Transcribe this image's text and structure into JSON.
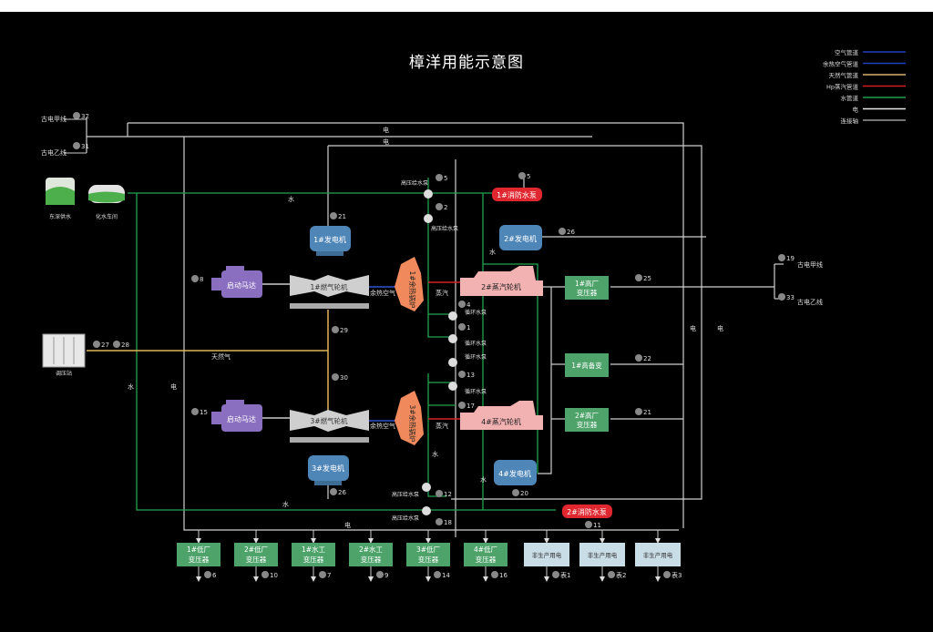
{
  "title": "樟洋用能示意图",
  "legend": [
    {
      "label": "空气管道",
      "color": "#1f3fbf"
    },
    {
      "label": "余热空气管道",
      "color": "#2040c0"
    },
    {
      "label": "天然气管道",
      "color": "#d9b070"
    },
    {
      "label": "Hp蒸汽管道",
      "color": "#d02020"
    },
    {
      "label": "水管道",
      "color": "#20a050"
    },
    {
      "label": "电",
      "color": "#e6e6e6"
    },
    {
      "label": "连接轴",
      "color": "#9a9a9a"
    }
  ],
  "sources": {
    "line_a": "古电甲线",
    "line_a_no": "32",
    "line_b": "古电乙线",
    "line_b_no": "31",
    "water_supply": "东深供水",
    "water_plant": "化水车间",
    "regulator": "调压站",
    "reg_no1": "27",
    "reg_no2": "28"
  },
  "units": {
    "starter1": "启动马达",
    "starter1_no": "8",
    "starter2": "启动马达",
    "starter2_no": "15",
    "gas_turbine1": "1#燃气轮机",
    "gas_turbine3": "3#燃气轮机",
    "gen1": "1#发电机",
    "gen1_no": "21",
    "gen3": "3#发电机",
    "gen3_no": "26",
    "gen2": "2#发电机",
    "gen2_no": "26",
    "gen4": "4#发电机",
    "gen4_no": "20",
    "boiler1": "1#余热锅炉",
    "boiler3": "3#余热锅炉",
    "steam_turbine2": "2#蒸汽轮机",
    "steam_turbine4": "4#蒸汽轮机",
    "gas_no29": "29",
    "gas_no30": "30"
  },
  "pumps": {
    "hp_feed1": "高压给水泵",
    "hp_feed1_no": "5",
    "hp_feed1b": "高压给水泵",
    "hp_feed1b_no": "2",
    "fire1": "1#消防水泵",
    "fire1_no": "5",
    "fire2": "2#消防水泵",
    "fire2_no": "11",
    "circ1": "循环水泵",
    "circ1_no": "4",
    "circ2": "循环水泵",
    "circ2_no": "1",
    "circ3": "循环水泵",
    "circ3_no": "13",
    "circ4": "循环水泵",
    "circ4_no": "17",
    "hp_feed3": "高压给水泵",
    "hp_feed3_no": "12",
    "hp_feed4": "高压给水泵",
    "hp_feed4_no": "18"
  },
  "transformers": {
    "t1": "1#高厂\n变压器",
    "t1_no": "25",
    "spare": "1#高备变",
    "spare_no": "22",
    "t2": "2#高厂\n变压器",
    "t2_no": "21",
    "out_a": "古电甲线",
    "out_a_no": "19",
    "out_b": "古电乙线",
    "out_b_no": "33"
  },
  "low": [
    {
      "l1": "1#低厂",
      "l2": "变压器",
      "no": "6"
    },
    {
      "l1": "2#低厂",
      "l2": "变压器",
      "no": "10"
    },
    {
      "l1": "1#水工",
      "l2": "变压器",
      "no": "7"
    },
    {
      "l1": "2#水工",
      "l2": "变压器",
      "no": "9"
    },
    {
      "l1": "3#低厂",
      "l2": "变压器",
      "no": "14"
    },
    {
      "l1": "4#低厂",
      "l2": "变压器",
      "no": "16"
    }
  ],
  "nonprod": [
    {
      "label": "非生产用电",
      "no": "表1"
    },
    {
      "label": "非生产用电",
      "no": "表2"
    },
    {
      "label": "非生产用电",
      "no": "表3"
    }
  ],
  "flow_labels": {
    "elec": "电",
    "water": "水",
    "gas": "天然气",
    "hot_air": "余热空气",
    "steam": "蒸汽"
  }
}
